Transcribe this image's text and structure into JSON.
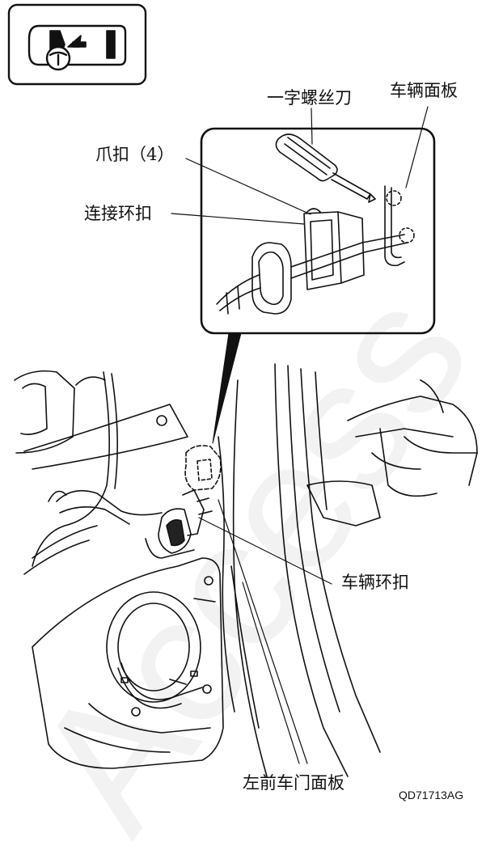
{
  "labels": {
    "screwdriver": "一字螺丝刀",
    "vehicle_panel": "车辆面板",
    "claw_clip": "爪扣（4）",
    "connector_clip": "连接环扣",
    "vehicle_clip": "车辆环扣",
    "front_left_door_panel": "左前车门面板"
  },
  "figure_code": "QD71713AG",
  "watermark_text": "Access"
}
